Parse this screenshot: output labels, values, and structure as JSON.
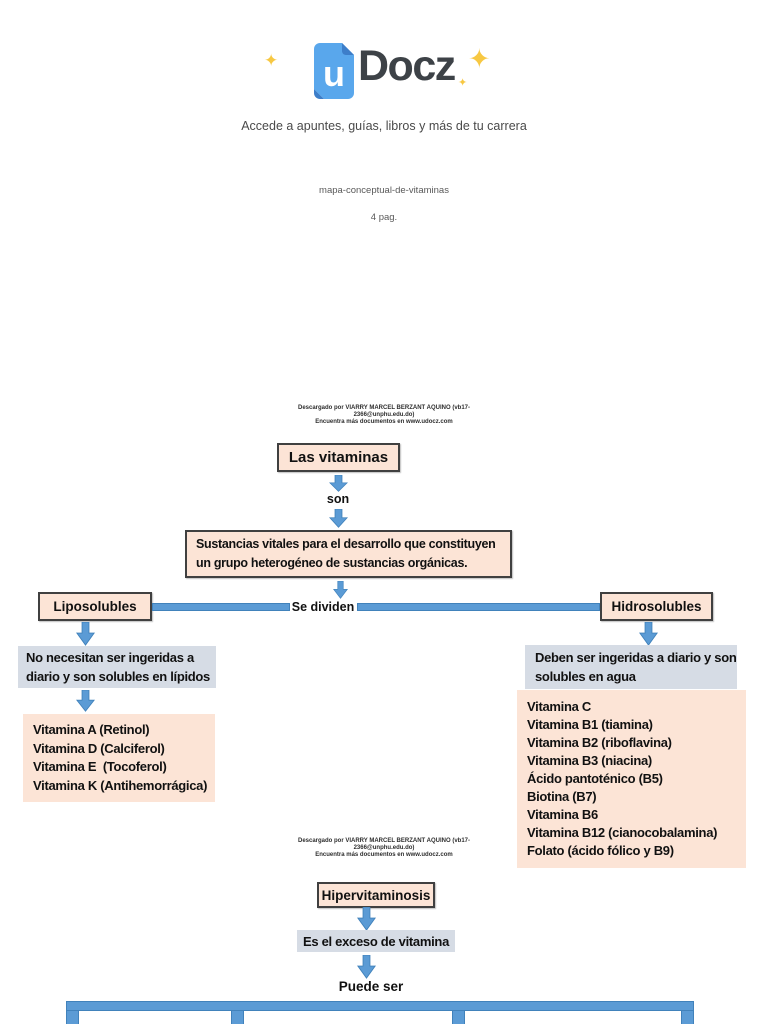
{
  "header": {
    "logo_u": "u",
    "logo_word": "Docz",
    "tagline": "Accede a apuntes, guías, libros y más de tu carrera",
    "doc_title": "mapa-conceptual-de-vitaminas",
    "pages": "4 pag.",
    "sparkle_glyph": "✦"
  },
  "watermark": {
    "line1": "Descargado por VIARRY MARCEL BERZANT AQUINO (vb17-",
    "line2": "2366@unphu.edu.do)",
    "line3": "Encuentra más documentos en www.udocz.com"
  },
  "map": {
    "root_title": "Las vitaminas",
    "root_connector": "son",
    "definition_lines": [
      "Sustancias vitales para el desarrollo que constituyen",
      "un grupo heterogéneo de sustancias orgánicas."
    ],
    "divide_label": "Se dividen",
    "left": {
      "title": "Liposolubles",
      "description_lines": [
        "No necesitan ser ingeridas a",
        "diario y son solubles en lípidos"
      ],
      "items": [
        "Vitamina A (Retinol)",
        "Vitamina D (Calciferol)",
        "Vitamina E  (Tocoferol)",
        "Vitamina K (Antihemorrágica)"
      ]
    },
    "right": {
      "title": "Hidrosolubles",
      "description_lines": [
        "Deben ser ingeridas a diario y son",
        "solubles en agua"
      ],
      "items": [
        "Vitamina C",
        "Vitamina B1 (tiamina)",
        "Vitamina B2 (riboflavina)",
        "Vitamina B3 (niacina)",
        "Ácido pantoténico (B5)",
        "Biotina (B7)",
        "Vitamina B6",
        "Vitamina B12 (cianocobalamina)",
        "Folato (ácido fólico y B9)"
      ]
    },
    "hyper": {
      "title": "Hipervitaminosis",
      "description": "Es el exceso de vitamina",
      "connector": "Puede ser"
    }
  },
  "colors": {
    "accent_blue": "#5b9bd5",
    "accent_blue_border": "#4182bb",
    "peach": "#fce4d6",
    "gray_blue": "#d6dce5",
    "dark_border": "#404040",
    "logo_blue": "#59a7ec",
    "logo_fold_blue": "#3d7ec9",
    "logo_text": "#3d4247",
    "sparkle_yellow": "#f7c843"
  }
}
